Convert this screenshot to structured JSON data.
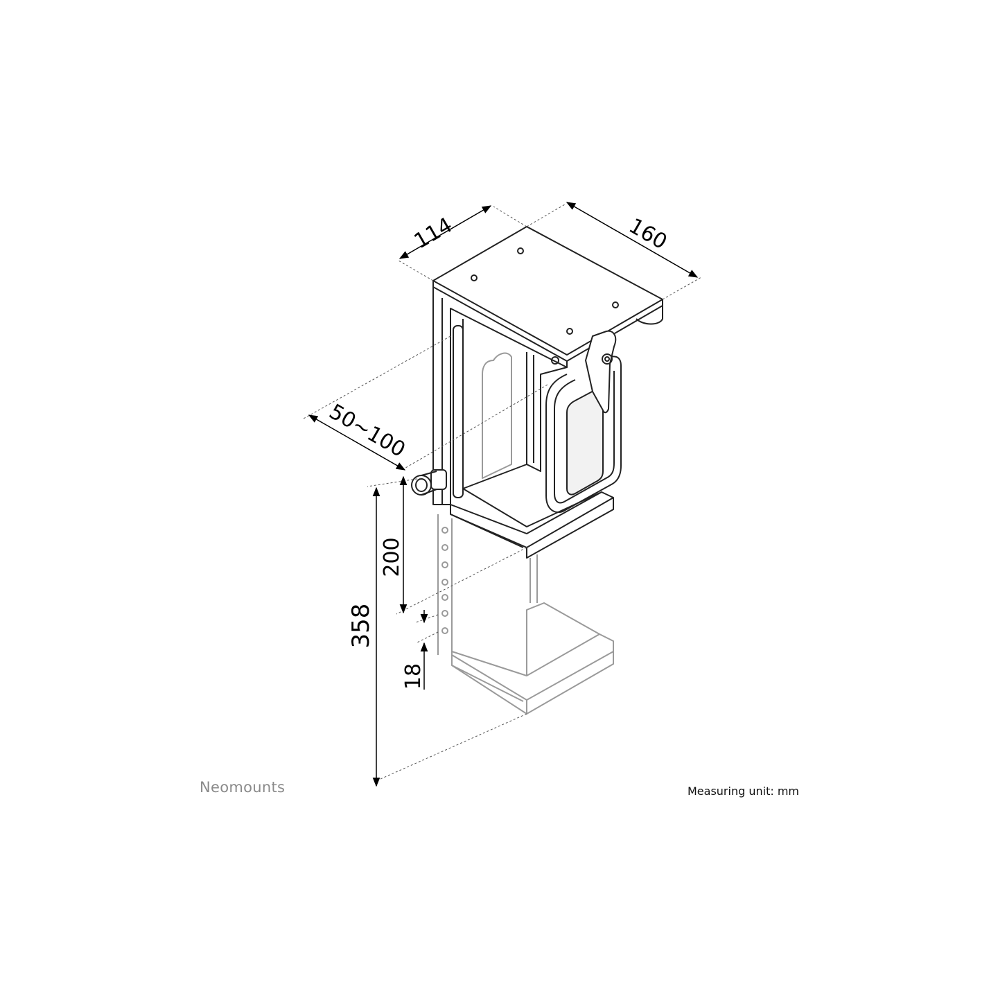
{
  "brand": "Neomounts",
  "measuring_unit": "Measuring unit: mm",
  "dimensions": {
    "depth": "114",
    "width": "160",
    "adjust_width": "50~100",
    "height_step": "200",
    "total_height": "358",
    "hole_pitch": "18"
  },
  "colors": {
    "line": "#222222",
    "faded_line": "#9a9a9a",
    "dim_line": "#000000",
    "brand": "#8a8a8a"
  }
}
